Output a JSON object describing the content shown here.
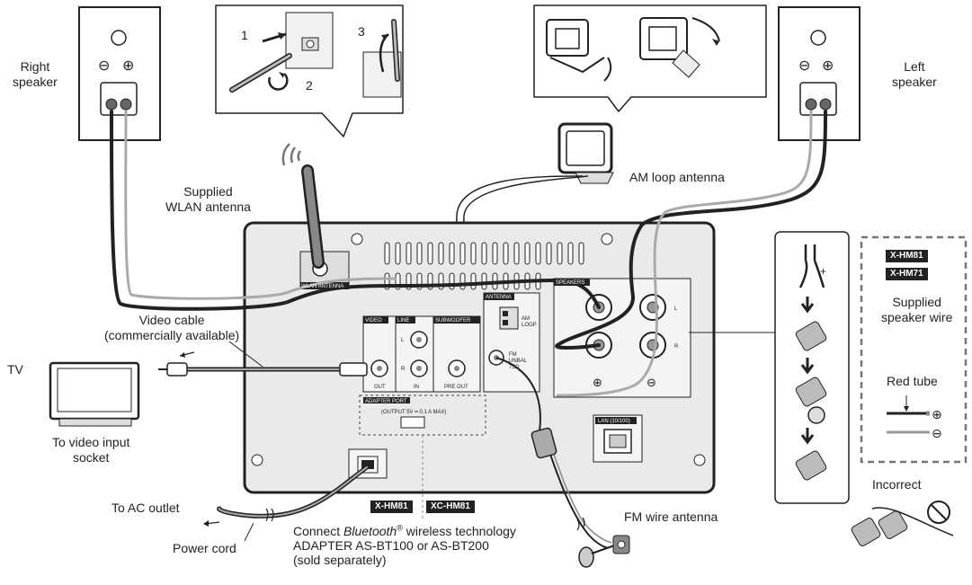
{
  "labels": {
    "right_speaker": "Right\nspeaker",
    "left_speaker": "Left\nspeaker",
    "wlan_antenna": "Supplied\nWLAN antenna",
    "am_loop_antenna": "AM loop antenna",
    "video_cable": "Video cable\n(commercially available)",
    "tv": "TV",
    "to_video_input": "To video input\nsocket",
    "to_ac_outlet": "To AC outlet",
    "power_cord": "Power cord",
    "fm_wire_antenna": "FM wire antenna",
    "bt_connect_pre": "Connect ",
    "bt_brand": "Bluetooth",
    "bt_reg": "®",
    "bt_connect_post": " wireless technology",
    "bt_adapter": "ADAPTER AS-BT100 or AS-BT200",
    "bt_sold": "(sold separately)",
    "supplied_speaker_wire": "Supplied\nspeaker wire",
    "red_tube": "Red tube",
    "incorrect": "Incorrect"
  },
  "steps": [
    "1",
    "2",
    "3"
  ],
  "models": {
    "xhm81": "X-HM81",
    "xhm71": "X-HM71",
    "xchm81": "XC-HM81"
  },
  "panel": {
    "wlan": "WLAN ANTENNA",
    "video": "VIDEO",
    "line": "LINE",
    "subwoofer": "SUBWOOFER",
    "antenna": "ANTENNA",
    "speakers": "SPEAKERS",
    "out": "OUT",
    "in": "IN",
    "pre_out": "PRE OUT",
    "l": "L",
    "r": "R",
    "am_loop_1": "AM",
    "am_loop_2": "LOOP",
    "fm_1": "FM",
    "fm_2": "UNBAL",
    "fm_3": "75Ω",
    "adapter_port": "ADAPTER PORT",
    "adapter_output": "(OUTPUT 5V ━ 0.1 A MAX)",
    "lan": "LAN (10/100)",
    "plus": "⊕",
    "minus": "⊖"
  }
}
